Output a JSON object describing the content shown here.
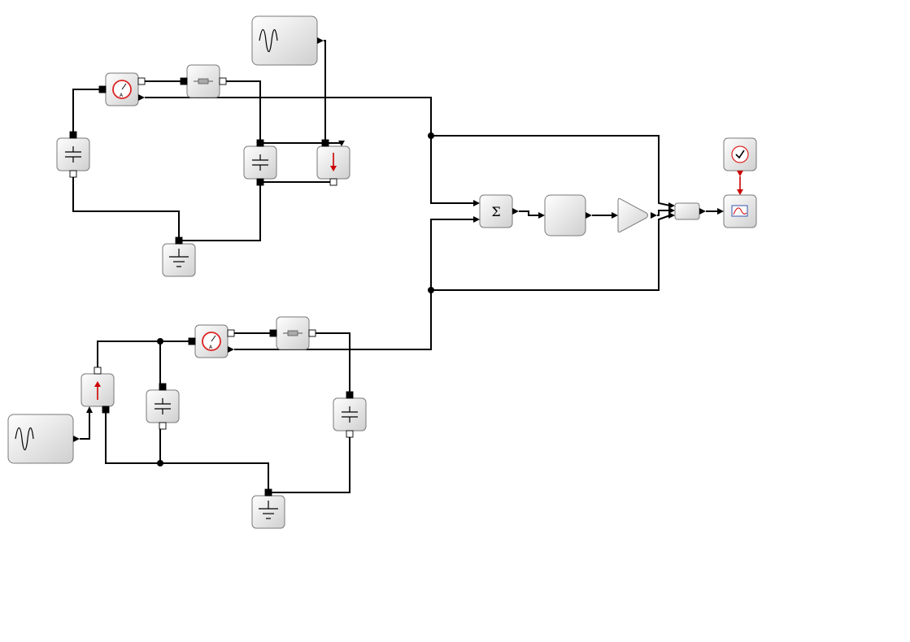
{
  "diagram": {
    "colors": {
      "wire": "#000000",
      "activation": "#cc0000",
      "block_light": "#ffffff",
      "block_dark": "#cfcfcf"
    },
    "sum_block": {
      "symbol": "Σ",
      "icon": "sigma-icon"
    },
    "blocks": [
      {
        "id": "sine-top",
        "icon": "sine-wave-icon"
      },
      {
        "id": "ammeter-top",
        "icon": "ammeter-icon"
      },
      {
        "id": "resistor-top",
        "icon": "resistor-icon"
      },
      {
        "id": "capacitor-top-left",
        "icon": "capacitor-icon"
      },
      {
        "id": "capacitor-top-mid",
        "icon": "capacitor-icon"
      },
      {
        "id": "current-sensor-top",
        "icon": "current-arrow-down-icon"
      },
      {
        "id": "ground-top",
        "icon": "ground-icon"
      },
      {
        "id": "sum",
        "icon": "sigma-icon"
      },
      {
        "id": "empty-block",
        "icon": ""
      },
      {
        "id": "gain",
        "icon": "gain-triangle-icon"
      },
      {
        "id": "mux",
        "icon": "mux-icon"
      },
      {
        "id": "clock",
        "icon": "clock-icon"
      },
      {
        "id": "scope",
        "icon": "scope-icon"
      },
      {
        "id": "ammeter-bottom",
        "icon": "ammeter-icon"
      },
      {
        "id": "resistor-bottom",
        "icon": "resistor-icon"
      },
      {
        "id": "current-source-bottom",
        "icon": "current-arrow-up-icon"
      },
      {
        "id": "capacitor-bottom-left",
        "icon": "capacitor-icon"
      },
      {
        "id": "capacitor-bottom-right",
        "icon": "capacitor-icon"
      },
      {
        "id": "sine-bottom",
        "icon": "sine-wave-icon"
      },
      {
        "id": "ground-bottom",
        "icon": "ground-icon"
      }
    ]
  }
}
